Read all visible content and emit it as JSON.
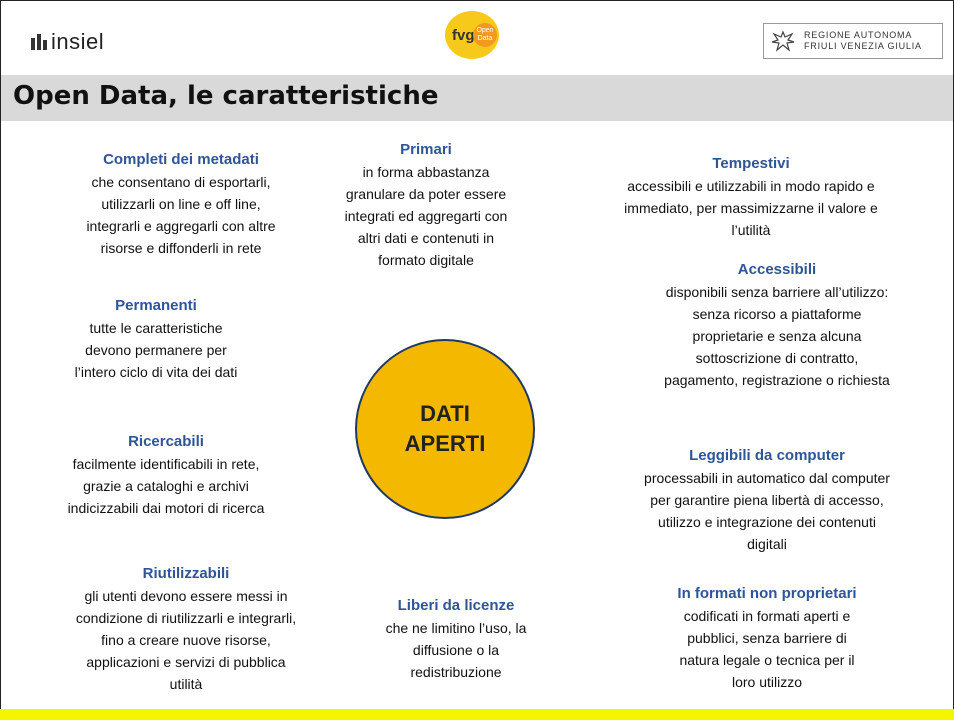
{
  "header": {
    "insiel_logo": "insiel",
    "fvg_logo": "fvg",
    "fvg_badge_line1": "Open",
    "fvg_badge_line2": "Data",
    "regione_line1": "REGIONE AUTONOMA",
    "regione_line2": "FRIULI VENEZIA GIULIA"
  },
  "title": "Open Data, le caratteristiche",
  "center": {
    "line1": "DATI",
    "line2": "APERTI"
  },
  "items": [
    {
      "heading": "Completi dei metadati",
      "lines": [
        "che consentano di esportarli,",
        "utilizzarli on line e off line,",
        "integrarli e aggregarli con altre",
        "risorse e diffonderli in rete"
      ]
    },
    {
      "heading": "Primari",
      "lines": [
        "in forma abbastanza",
        "granulare da poter essere",
        "integrati ed aggregarti con",
        "altri dati e contenuti in",
        "formato digitale"
      ]
    },
    {
      "heading": "Tempestivi",
      "lines": [
        "accessibili e utilizzabili in modo rapido e",
        "immediato, per massimizzarne il valore e",
        "l’utilità"
      ]
    },
    {
      "heading": "Accessibili",
      "lines": [
        "disponibili senza barriere all’utilizzo:",
        "senza ricorso a piattaforme",
        "proprietarie e senza alcuna",
        "sottoscrizione di contratto,",
        "pagamento, registrazione o richiesta"
      ]
    },
    {
      "heading": "Permanenti",
      "lines": [
        "tutte le caratteristiche",
        "devono permanere per",
        "l’intero ciclo di vita dei dati"
      ]
    },
    {
      "heading": "Ricercabili",
      "lines": [
        "facilmente identificabili in rete,",
        "grazie a cataloghi e archivi",
        "indicizzabili dai motori di ricerca"
      ]
    },
    {
      "heading": "Leggibili da computer",
      "lines": [
        "processabili in automatico dal computer",
        "per garantire piena libertà di accesso,",
        "utilizzo e integrazione dei contenuti",
        "digitali"
      ]
    },
    {
      "heading": "Riutilizzabili",
      "lines": [
        "gli utenti devono essere messi in",
        "condizione di riutilizzarli e integrarli,",
        "fino a creare nuove risorse,",
        "applicazioni e servizi di pubblica",
        "utilità"
      ]
    },
    {
      "heading": "Liberi da licenze",
      "lines": [
        "che ne limitino l’uso, la",
        "diffusione o la",
        "redistribuzione"
      ]
    },
    {
      "heading": "In formati non proprietari",
      "lines": [
        "codificati in formati aperti e",
        "pubblici, senza barriere di",
        "natura legale o tecnica per il",
        "loro utilizzo"
      ]
    }
  ]
}
